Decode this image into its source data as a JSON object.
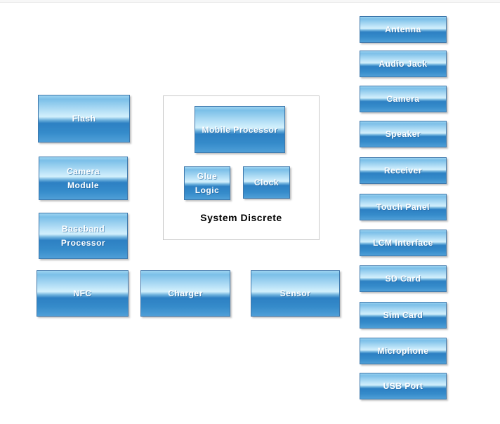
{
  "colors": {
    "block_border": "#3d77ab",
    "block_gloss_top": "#c6e9fa",
    "block_body_bottom": "#2d80c3",
    "block_text": "#ffffff",
    "group_border": "#c9c9c9",
    "group_label_text": "#000000"
  },
  "diagram": {
    "left_column": [
      {
        "label": "Flash"
      },
      {
        "label": "Camera\nModule"
      },
      {
        "label": "Baseband\nProcessor"
      },
      {
        "label": "NFC"
      }
    ],
    "bottom_row": [
      {
        "label": "Charger"
      },
      {
        "label": "Sensor"
      }
    ],
    "system_discrete_group": {
      "label": "System Discrete",
      "blocks": [
        {
          "label": "Mobile Processor"
        },
        {
          "label": "Glue\nLogic"
        },
        {
          "label": "Clock"
        }
      ]
    },
    "right_column": [
      {
        "label": "Antenna"
      },
      {
        "label": "Audio Jack"
      },
      {
        "label": "Camera"
      },
      {
        "label": "Speaker"
      },
      {
        "label": "Receiver"
      },
      {
        "label": "Touch Panel"
      },
      {
        "label": "LCM Interface"
      },
      {
        "label": "SD Card"
      },
      {
        "label": "Sim Card"
      },
      {
        "label": "Microphone"
      },
      {
        "label": "USB Port"
      }
    ]
  }
}
